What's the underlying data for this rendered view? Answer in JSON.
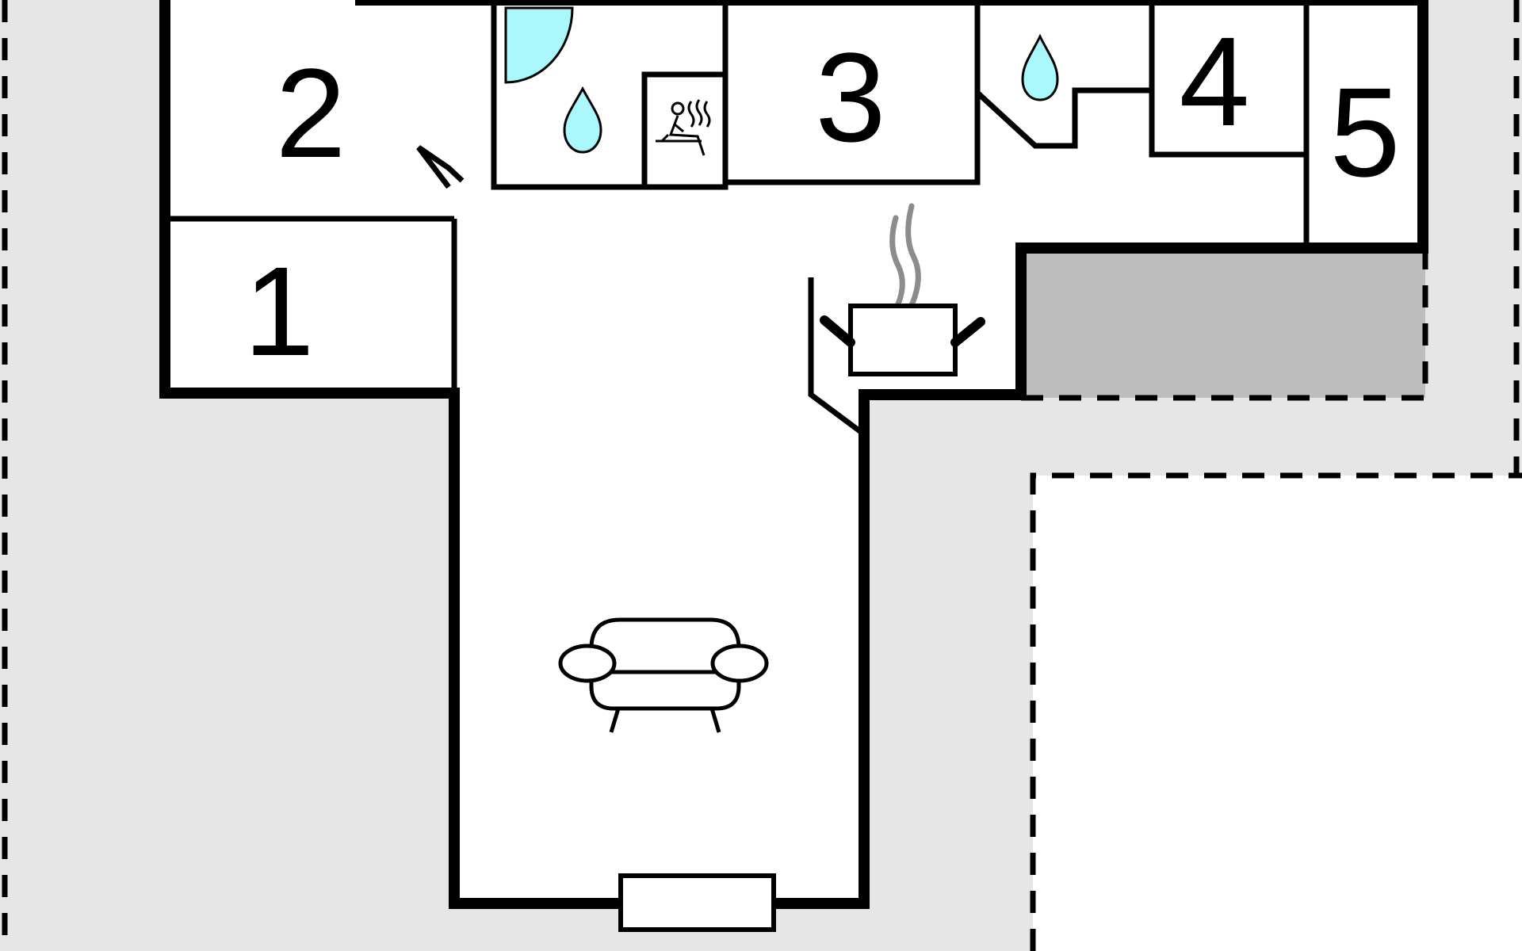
{
  "floorplan": {
    "rooms": [
      {
        "label": "1"
      },
      {
        "label": "2"
      },
      {
        "label": "3"
      },
      {
        "label": "4"
      },
      {
        "label": "5"
      }
    ],
    "icons": {
      "shower": "water-drop-icon",
      "toilet": "water-drop-icon",
      "sauna": "sauna-icon",
      "kitchen": "cooking-pot-icon",
      "living_room": "sofa-icon"
    },
    "colors": {
      "walls": "#000000",
      "outdoor_area": "#e6e6e6",
      "covered_area": "#bdbdbd",
      "water": "#aaf8fb",
      "steam": "#8c8c8c"
    }
  }
}
